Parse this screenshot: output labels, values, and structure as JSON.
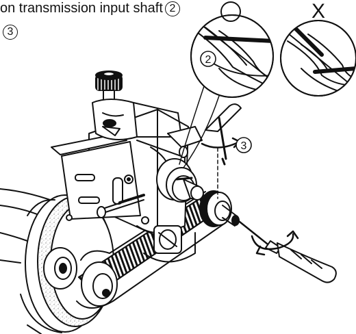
{
  "caption": {
    "line1_text": "on transmission input shaft",
    "line1_ref": "2",
    "line2_ref": "3"
  },
  "markers": {
    "detail_correct_ref": "2",
    "detail_incorrect_symbol": "X",
    "rotation_ref": "3"
  },
  "colors": {
    "ink": "#111111",
    "background": "#ffffff",
    "highlight": "#ffffff"
  }
}
